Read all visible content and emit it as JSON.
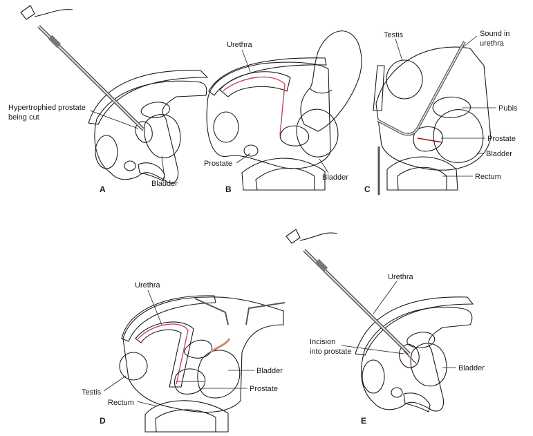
{
  "panels": {
    "A": {
      "letter": "A",
      "hypertrophied": "Hypertrophied prostate",
      "being_cut": "being cut",
      "bladder": "Bladder"
    },
    "B": {
      "letter": "B",
      "urethra": "Urethra",
      "prostate": "Prostate",
      "bladder": "Bladder"
    },
    "C": {
      "letter": "C",
      "testis": "Testis",
      "sound_line1": "Sound in",
      "sound_line2": "urethra",
      "pubis": "Pubis",
      "prostate": "Prostate",
      "bladder": "Bladder",
      "rectum": "Rectum"
    },
    "D": {
      "letter": "D",
      "urethra": "Urethra",
      "bladder": "Bladder",
      "prostate": "Prostate",
      "testis": "Testis",
      "rectum": "Rectum"
    },
    "E": {
      "letter": "E",
      "urethra": "Urethra",
      "incision_line1": "Incision",
      "incision_line2": "into prostate",
      "bladder": "Bladder"
    }
  },
  "colors": {
    "skin": "#f4e3c0",
    "tissue": "#f8edd2",
    "bladder": "#e9a7a2",
    "bladder_dark": "#d8836d",
    "prostate": "#f2c27a",
    "testis": "#f2c9cf",
    "rectum": "#dc9a78",
    "glove": "#a8d9cc",
    "urethra": "#e6e6ef",
    "instrument": "#7a7a7a"
  }
}
